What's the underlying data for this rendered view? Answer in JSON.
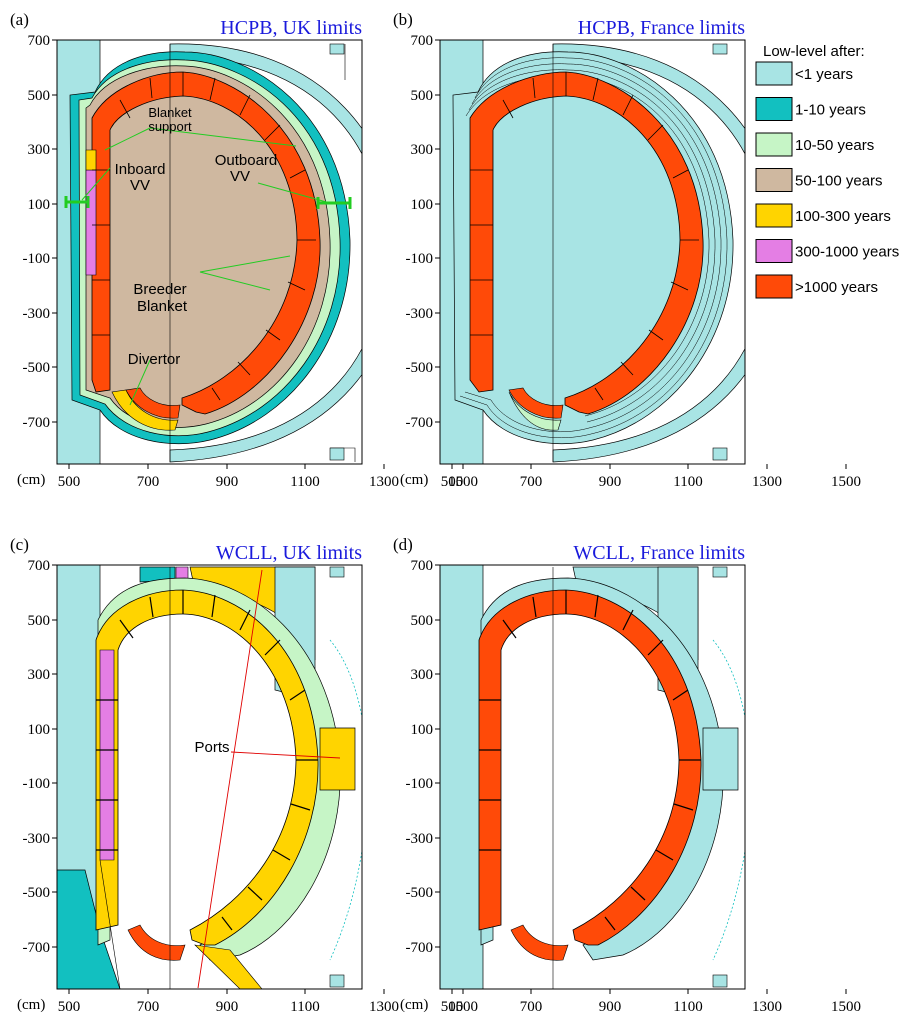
{
  "legend": {
    "title": "Low-level after:",
    "items": [
      {
        "label": "<1 years",
        "color": "#a8e4e4"
      },
      {
        "label": "1-10 years",
        "color": "#12c0c0"
      },
      {
        "label": "10-50 years",
        "color": "#c6f5c6"
      },
      {
        "label": "50-100 years",
        "color": "#cfb8a0"
      },
      {
        "label": "100-300 years",
        "color": "#ffd400"
      },
      {
        "label": "300-1000 years",
        "color": "#e47ee4"
      },
      {
        "label": ">1000 years",
        "color": "#ff4a08"
      }
    ]
  },
  "axes": {
    "unit": "(cm)",
    "x_ticks": [
      "500",
      "700",
      "900",
      "1100",
      "1300",
      "1500"
    ],
    "y_ticks": [
      "700",
      "500",
      "300",
      "100",
      "-100",
      "-300",
      "-500",
      "-700"
    ]
  },
  "panels": [
    {
      "letter": "(a)",
      "title": "HCPB, UK limits",
      "annotations": [
        "Blanket",
        "support",
        "Inboard",
        "VV",
        "Outboard",
        "VV",
        "Breeder",
        "Blanket",
        "Divertor"
      ]
    },
    {
      "letter": "(b)",
      "title": "HCPB, France limits",
      "annotations": []
    },
    {
      "letter": "(c)",
      "title": "WCLL, UK limits",
      "annotations": [
        "Ports"
      ]
    },
    {
      "letter": "(d)",
      "title": "WCLL, France limits",
      "annotations": []
    }
  ]
}
